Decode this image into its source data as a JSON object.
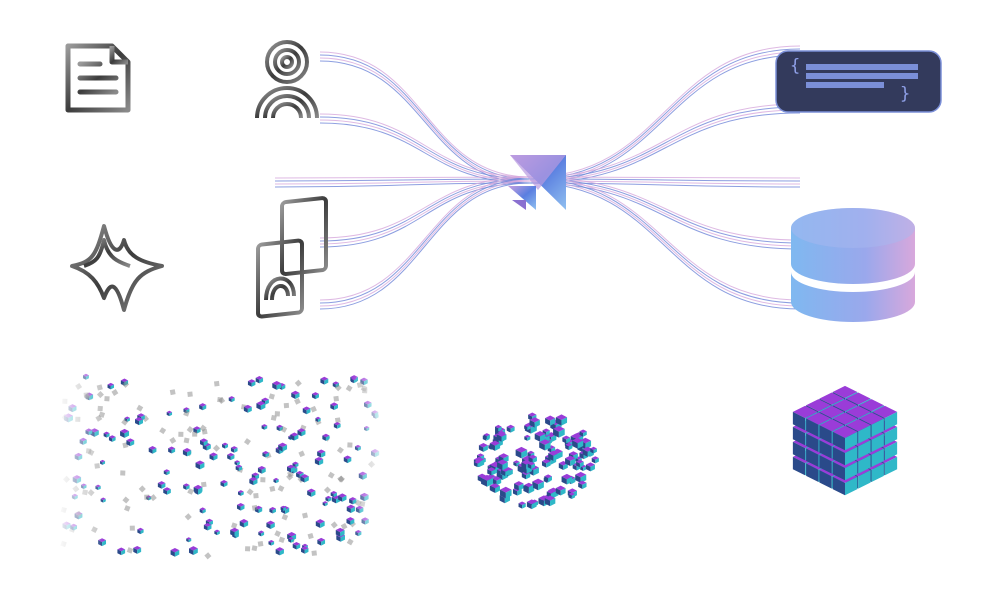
{
  "code_card": {
    "open_brace": "{",
    "close_brace": "}"
  },
  "icons": [
    "document-icon",
    "user-icon",
    "ai-sparkle-icon",
    "image-gallery-icon",
    "code-block-icon",
    "database-icon",
    "scattered-cubes",
    "cube-cluster",
    "cube-grid"
  ],
  "colors": {
    "line_pink": "#d6a8dc",
    "line_blue": "#6f86d8",
    "card_bg": "#333a5c",
    "card_bar": "#7b8fd8",
    "db_left": "#7fb8f0",
    "db_right": "#d8a8dc",
    "metal": "#5a5a5a",
    "cube_purple": "#9a3cd8",
    "cube_teal": "#2fb8c8"
  }
}
